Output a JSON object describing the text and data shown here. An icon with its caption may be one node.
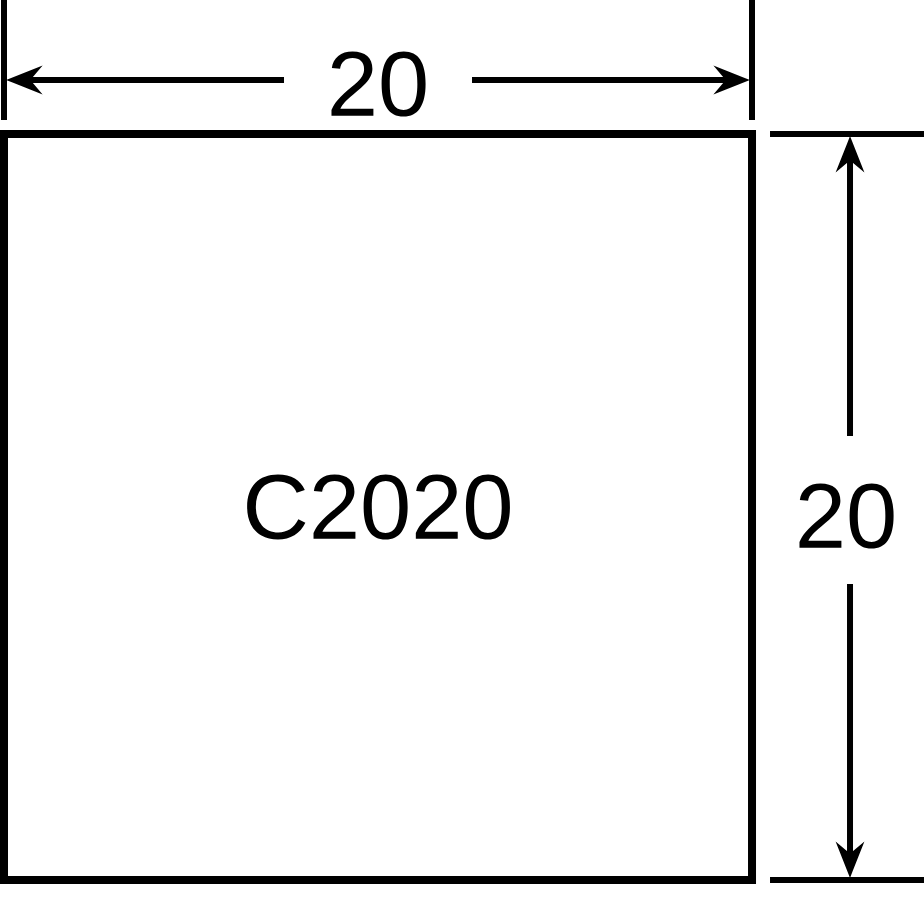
{
  "diagram": {
    "nodes": [
      {
        "text": [
          "C2020"
        ]
      }
    ],
    "labels": [
      "20",
      "20"
    ]
  }
}
